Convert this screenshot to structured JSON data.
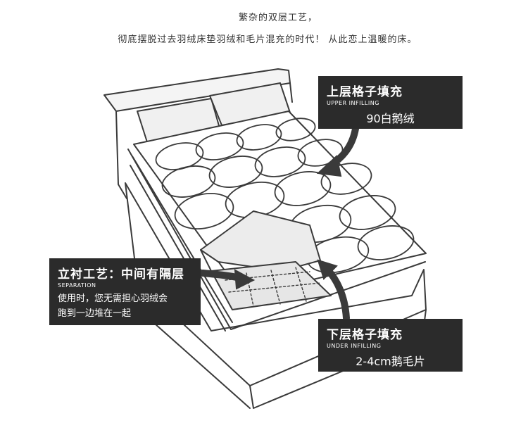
{
  "header": {
    "line1": "繁杂的双层工艺，",
    "line2": "彻底摆脱过去羽绒床垫羽绒和毛片混充的时代！ 从此恋上温暖的床。"
  },
  "callouts": {
    "upper": {
      "title": "上层格子填充",
      "subtitle": "UPPER INFILLING",
      "body": "90白鹅绒"
    },
    "separation": {
      "title": "立衬工艺：中间有隔层",
      "subtitle": "SEPARATION",
      "body_line1": "使用时，您无需担心羽绒会",
      "body_line2": "跑到一边堆在一起"
    },
    "lower": {
      "title": "下层格子填充",
      "subtitle": "UNDER INFILLING",
      "body": "2-4cm鹅毛片"
    }
  },
  "colors": {
    "callout_bg": "#2b2b2b",
    "line": "#3a3a3a",
    "arrow": "#3a3a3a"
  }
}
